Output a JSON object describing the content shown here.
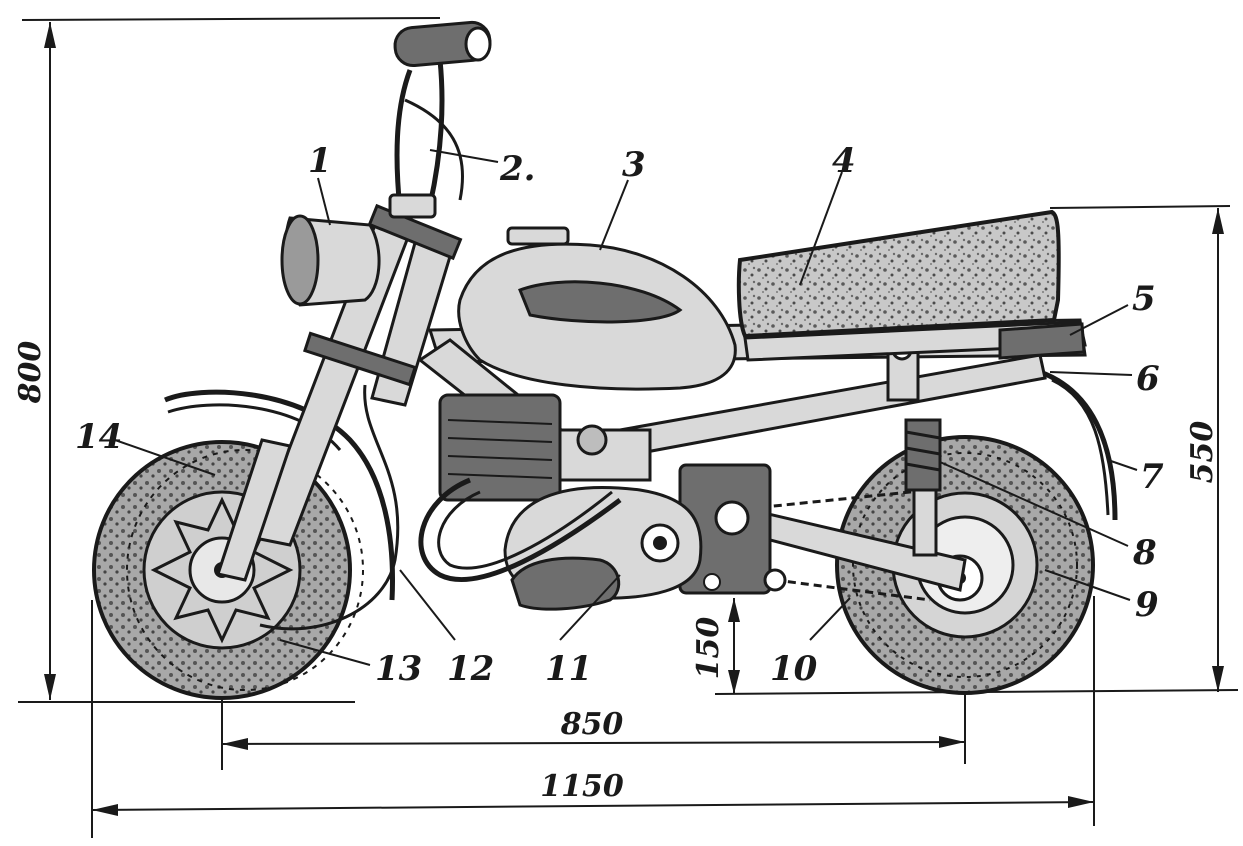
{
  "labels": {
    "n1": "1",
    "n2": "2.",
    "n3": "3",
    "n4": "4",
    "n5": "5",
    "n6": "6",
    "n7": "7",
    "n8": "8",
    "n9": "9",
    "n10": "10",
    "n11": "11",
    "n12": "12",
    "n13": "13",
    "n14": "14"
  },
  "dimensions": {
    "total_height": "800",
    "seat_height": "550",
    "ground_clearance": "150",
    "wheelbase": "850",
    "total_length": "1150"
  },
  "colors": {
    "ink": "#1a1a1a",
    "paper": "#ffffff"
  }
}
